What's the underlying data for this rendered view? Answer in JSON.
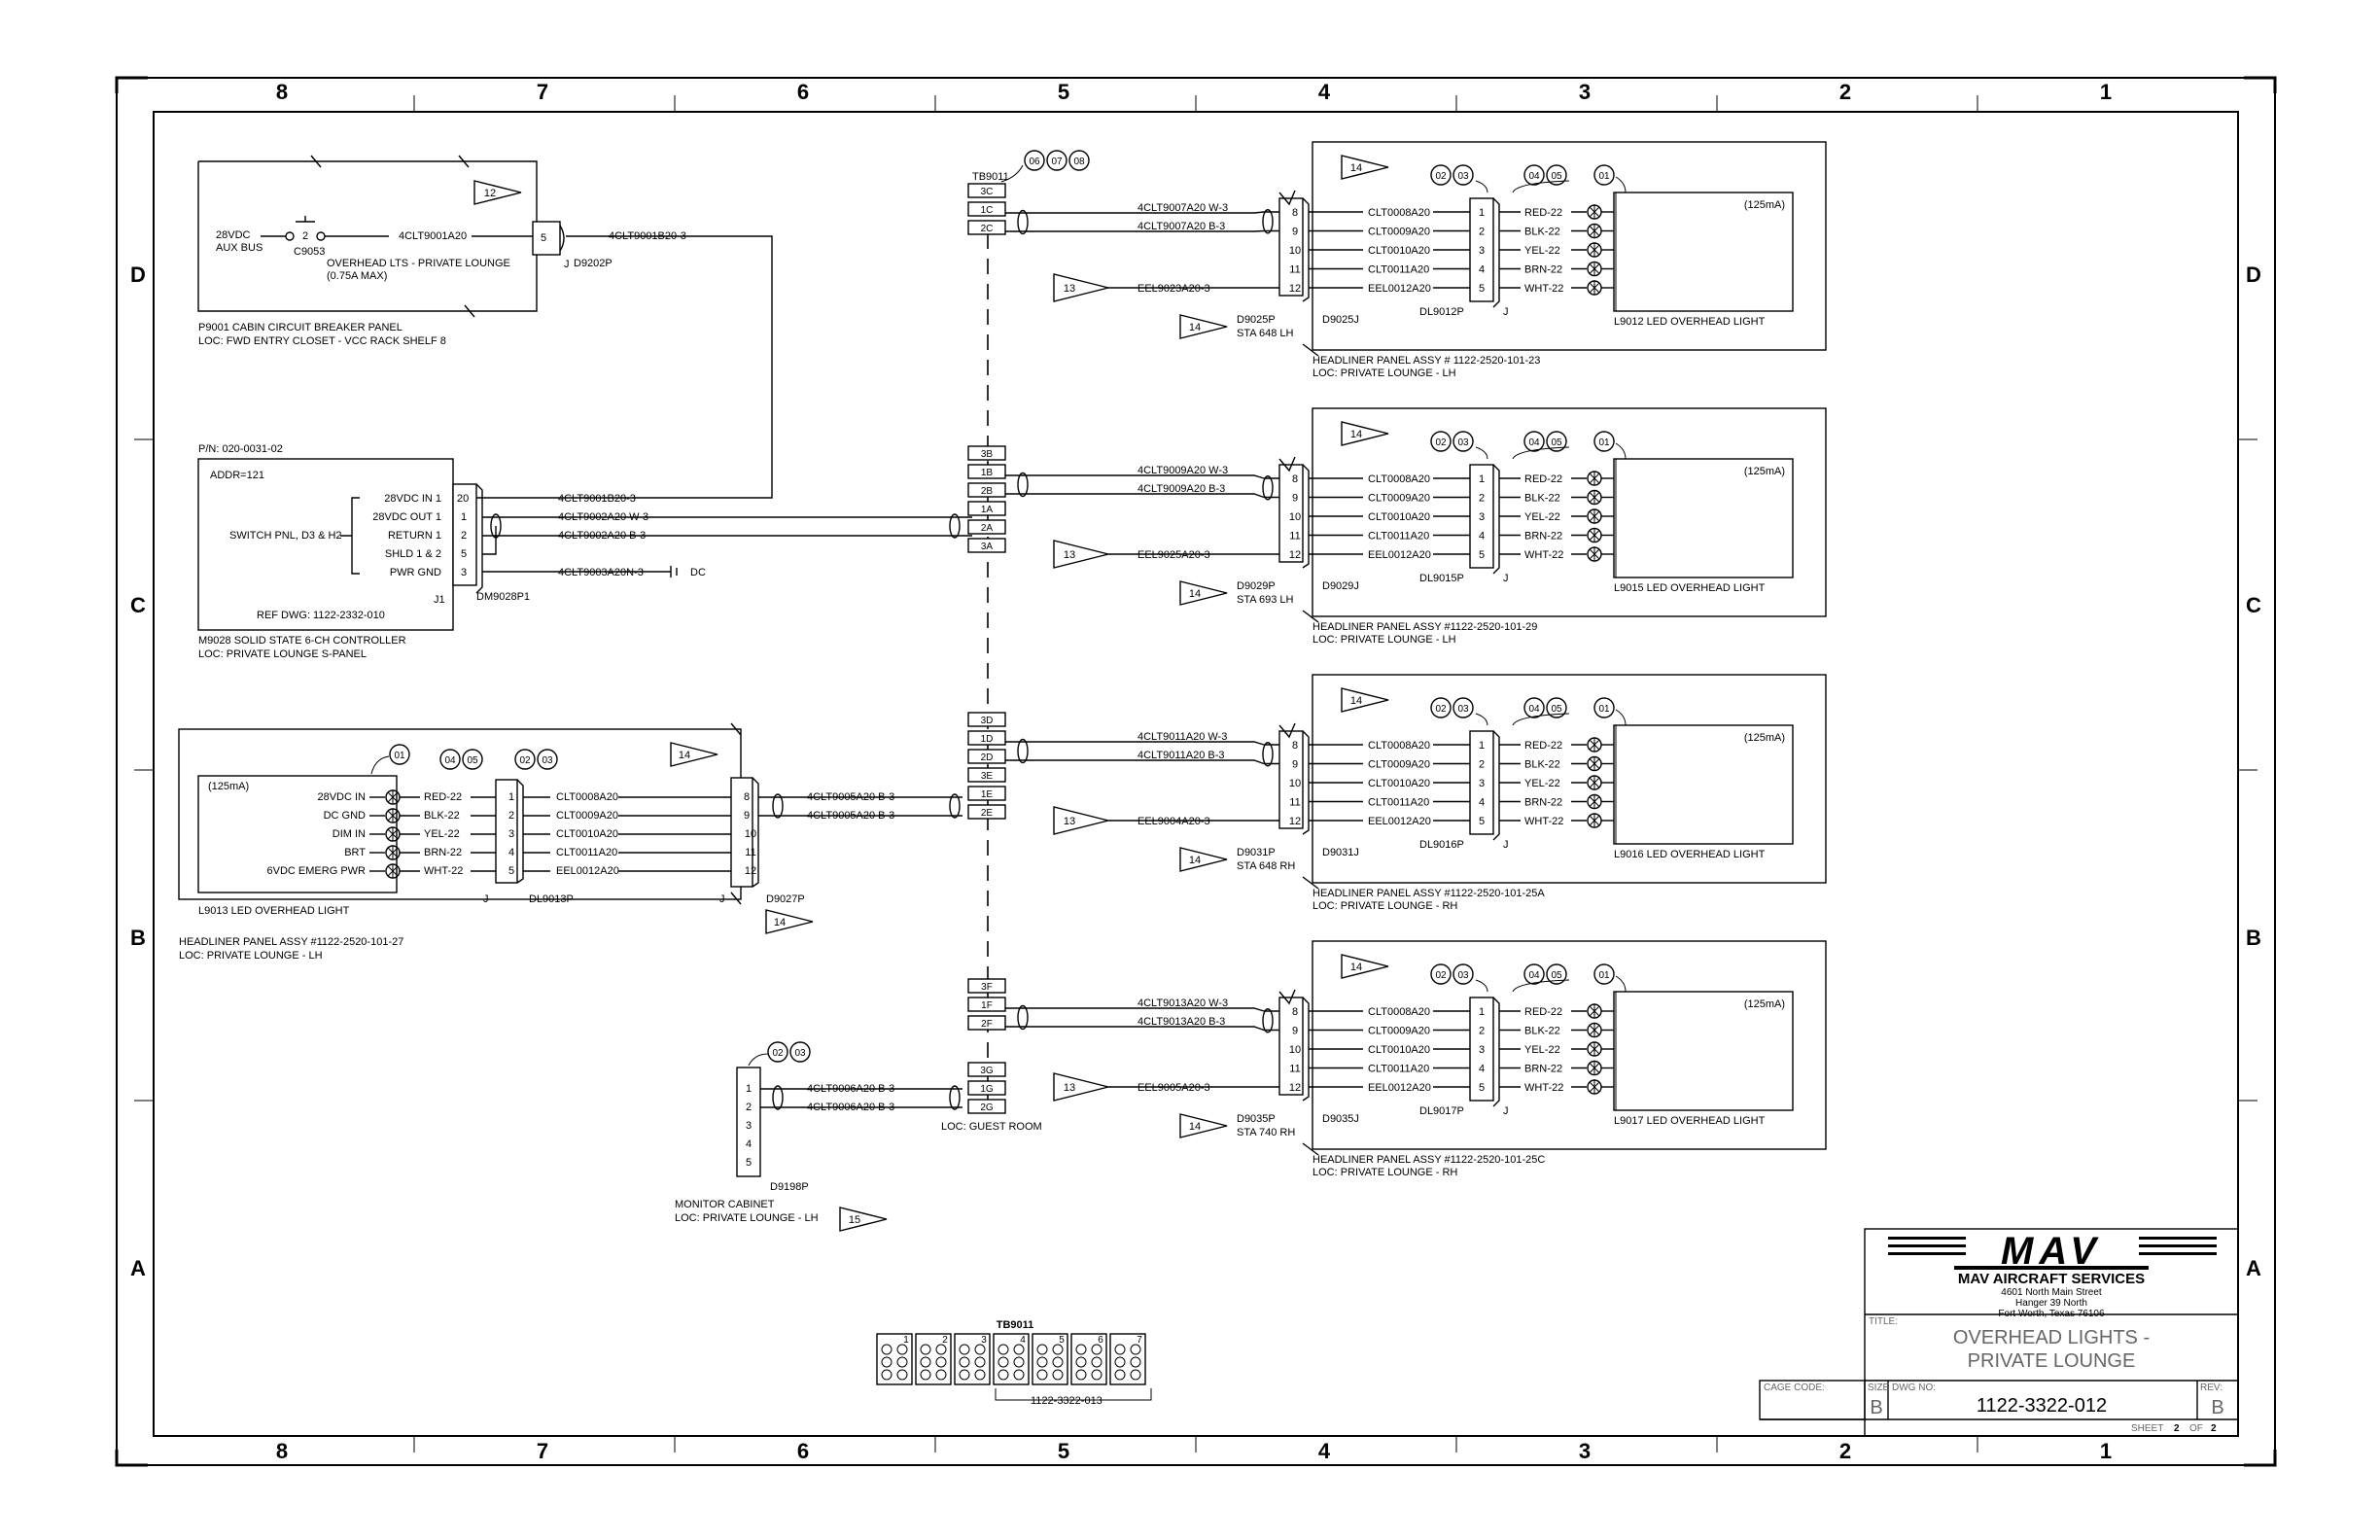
{
  "zones": {
    "columns": [
      "8",
      "7",
      "6",
      "5",
      "4",
      "3",
      "2",
      "1"
    ],
    "rows": [
      "D",
      "C",
      "B",
      "A"
    ]
  },
  "breaker_panel": {
    "supply": "28VDC",
    "bus": "AUX BUS",
    "breaker_pin": "2",
    "breaker_id": "C9053",
    "wire": "4CLT9001A20",
    "label1": "OVERHEAD LTS - PRIVATE LOUNGE",
    "label2": "(0.75A MAX)",
    "connector_pin": "5",
    "connector_j": "J",
    "connector_id": "D9202P",
    "out_wire": "4CLT9001B20-3",
    "note_flag": "12",
    "title": "P9001 CABIN CIRCUIT BREAKER PANEL",
    "loc": "LOC: FWD ENTRY CLOSET - VCC RACK SHELF 8"
  },
  "controller": {
    "pn": "P/N: 020-0031-02",
    "addr": "ADDR=121",
    "switch_label": "SWITCH PNL, D3 & H2",
    "signals": [
      "28VDC IN 1",
      "28VDC OUT 1",
      "RETURN 1",
      "SHLD 1 & 2",
      "PWR GND"
    ],
    "pins": [
      "20",
      "1",
      "2",
      "5",
      "3"
    ],
    "wires": [
      "4CLT9001B20-3",
      "4CLT9002A20 W-3",
      "4CLT9002A20 B-3",
      "",
      "4CLT9003A20N-3"
    ],
    "dc": "DC",
    "ref": "REF DWG: 1122-2332-010",
    "jack": "J1",
    "plug": "DM9028P1",
    "title": "M9028  SOLID STATE 6-CH CONTROLLER",
    "loc": "LOC: PRIVATE LOUNGE S-PANEL"
  },
  "tb": {
    "name": "TB9011",
    "notes": [
      "06",
      "07",
      "08"
    ],
    "loc_guest": "LOC: GUEST ROOM",
    "groups": [
      [
        "3C",
        "1C",
        "2C"
      ],
      [
        "3B",
        "1B",
        "2B",
        "1A",
        "2A",
        "3A"
      ],
      [
        "3D",
        "1D",
        "2D",
        "3E",
        "1E",
        "2E"
      ],
      [
        "3F",
        "1F",
        "2F"
      ],
      [
        "3G",
        "1G",
        "2G"
      ]
    ],
    "legend_title": "TB9011",
    "legend_modules": [
      "1",
      "2",
      "3",
      "4",
      "5",
      "6",
      "7"
    ],
    "legend_part": "1122-3322-013"
  },
  "common": {
    "pins_left": [
      "8",
      "9",
      "10",
      "11",
      "12"
    ],
    "pins_mid": [
      "1",
      "2",
      "3",
      "4",
      "5"
    ],
    "inner_wires": [
      "CLT0008A20",
      "CLT0009A20",
      "CLT0010A20",
      "CLT0011A20",
      "EEL0012A20"
    ],
    "colors": [
      "RED-22",
      "BLK-22",
      "YEL-22",
      "BRN-22",
      "WHT-22"
    ],
    "signals": [
      "28VDC IN",
      "DC GND",
      "DIM IN",
      "BRT",
      "6VDC EMERG PWR"
    ],
    "current": "(125mA)",
    "j": "J",
    "notes_a": [
      "02",
      "03"
    ],
    "notes_b": [
      "04",
      "05"
    ],
    "note_c": "01",
    "flag14": "14",
    "flag13": "13"
  },
  "assemblies": [
    {
      "w1": "4CLT9007A20 W-3",
      "w2": "4CLT9007A20 B-3",
      "emerg": "EEL9023A20-3",
      "plug": "D9025P",
      "sta": "STA 648 LH",
      "jack": "D9025J",
      "dl": "DL9012P",
      "light": "L9012 LED OVERHEAD LIGHT",
      "assy": "HEADLINER PANEL ASSY # 1122-2520-101-23",
      "loc": "LOC: PRIVATE LOUNGE - LH"
    },
    {
      "w1": "4CLT9009A20 W-3",
      "w2": "4CLT9009A20 B-3",
      "emerg": "EEL9025A20-3",
      "plug": "D9029P",
      "sta": "STA 693 LH",
      "jack": "D9029J",
      "dl": "DL9015P",
      "light": "L9015 LED OVERHEAD LIGHT",
      "assy": "HEADLINER PANEL ASSY #1122-2520-101-29",
      "loc": "LOC: PRIVATE LOUNGE - LH"
    },
    {
      "w1": "4CLT9011A20 W-3",
      "w2": "4CLT9011A20 B-3",
      "emerg": "EEL9004A20-3",
      "plug": "D9031P",
      "sta": "STA 648 RH",
      "jack": "D9031J",
      "dl": "DL9016P",
      "light": "L9016 LED OVERHEAD LIGHT",
      "assy": "HEADLINER PANEL ASSY #1122-2520-101-25A",
      "loc": "LOC: PRIVATE LOUNGE - RH"
    },
    {
      "w1": "4CLT9013A20 W-3",
      "w2": "4CLT9013A20 B-3",
      "emerg": "EEL9005A20-3",
      "plug": "D9035P",
      "sta": "STA 740 RH",
      "jack": "D9035J",
      "dl": "DL9017P",
      "light": "L9017 LED OVERHEAD LIGHT",
      "assy": "HEADLINER PANEL ASSY #1122-2520-101-25C",
      "loc": "LOC: PRIVATE LOUNGE - RH"
    }
  ],
  "left_assembly": {
    "light": "L9013 LED OVERHEAD LIGHT",
    "dl": "DL9013P",
    "plug": "D9027P",
    "w1": "4CLT9005A20 B-3",
    "w2": "4CLT9005A20 B-3",
    "assy": "HEADLINER PANEL ASSY #1122-2520-101-27",
    "loc": "LOC: PRIVATE LOUNGE  - LH"
  },
  "monitor": {
    "pins": [
      "1",
      "2",
      "3",
      "4",
      "5"
    ],
    "w1": "4CLT9006A20 B-3",
    "w2": "4CLT9006A20 B-3",
    "plug": "D9198P",
    "title": "MONITOR CABINET",
    "loc": "LOC: PRIVATE LOUNGE  - LH",
    "flag": "15",
    "notes": [
      "02",
      "03"
    ]
  },
  "title_block": {
    "logo": "MAV",
    "company": "MAV AIRCRAFT SERVICES",
    "addr1": "4601 North Main Street",
    "addr2": "Hanger 39 North",
    "addr3": "Fort Worth, Texas 76106",
    "title_label": "TITLE:",
    "title1": "OVERHEAD LIGHTS -",
    "title2": "PRIVATE LOUNGE",
    "cage_label": "CAGE CODE:",
    "size_label": "SIZE",
    "size": "B",
    "dwg_label": "DWG NO:",
    "dwg": "1122-3322-012",
    "rev_label": "REV:",
    "rev": "B",
    "sheet_label": "SHEET",
    "sheet": "2",
    "of_label": "OF",
    "of": "2"
  }
}
